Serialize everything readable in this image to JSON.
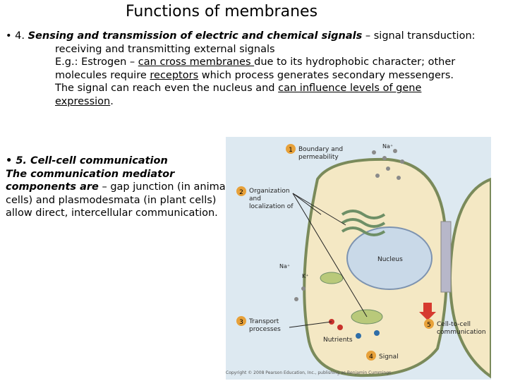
{
  "slide": {
    "title": "Functions of membranes",
    "section1": {
      "bullet": "• 4. ",
      "bold": "Sensing and transmission of electric and chemical signals",
      "rest": " – signal transduction:",
      "line2": "receiving and transmitting external signals",
      "line3a": "E.g.: Estrogen – ",
      "line3u": "can cross membranes ",
      "line3b": "due to its hydrophobic character; other",
      "line4a": "molecules require ",
      "line4u": "receptors",
      "line4b": " which process generates secondary messengers.",
      "line5a": "The signal can reach even the nucleus and ",
      "line5u": "can influence levels of gene",
      "line6u": "expression",
      "line6b": "."
    },
    "section2": {
      "heading": "• 5. Cell-cell communication",
      "bold2": "The communication mediator components are",
      "rest": " – gap junction (in animal cells) and plasmodesmata (in plant cells) allow direct, intercellular communication."
    }
  },
  "figure": {
    "labels": {
      "n1": "1",
      "l1a": "Boundary and",
      "l1b": "permeability",
      "n2": "2",
      "l2a": "Organization",
      "l2b": "and",
      "l2c": "localization of",
      "n3": "3",
      "l3a": "Transport",
      "l3b": "processes",
      "n4": "4",
      "l4": "Signal",
      "n5": "5",
      "l5a": "Cell-to-cell",
      "l5b": "communication",
      "nucleus": "Nucleus",
      "nutrients": "Nutrients",
      "na1": "Na⁺",
      "na2": "Na⁺",
      "k": "K⁺"
    },
    "credit": "Copyright © 2008 Pearson Education, Inc., publishing as Benjamin Cummings."
  }
}
